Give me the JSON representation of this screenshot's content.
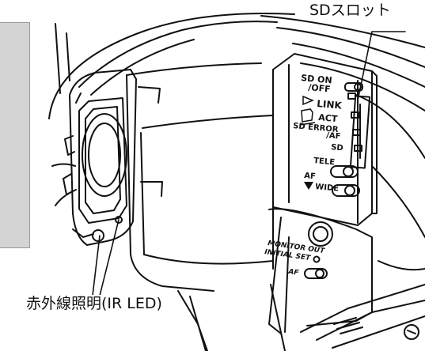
{
  "callouts": {
    "sd_slot": "SDスロット",
    "ir_led": "赤外線照明(IR LED)"
  },
  "panel_labels": {
    "sd_on_off_line1": "SD ON",
    "sd_on_off_line2": "/OFF",
    "link": "LINK",
    "act": "ACT",
    "sd_error_line1": "SD ERROR",
    "sd_error_line2": "/AF",
    "sd": "SD",
    "tele": "TELE",
    "af": "AF",
    "wide": "WIDE",
    "monitor_out": "MONITOR OUT",
    "initial_set": "INITIAL SET",
    "af_lower": "AF"
  }
}
